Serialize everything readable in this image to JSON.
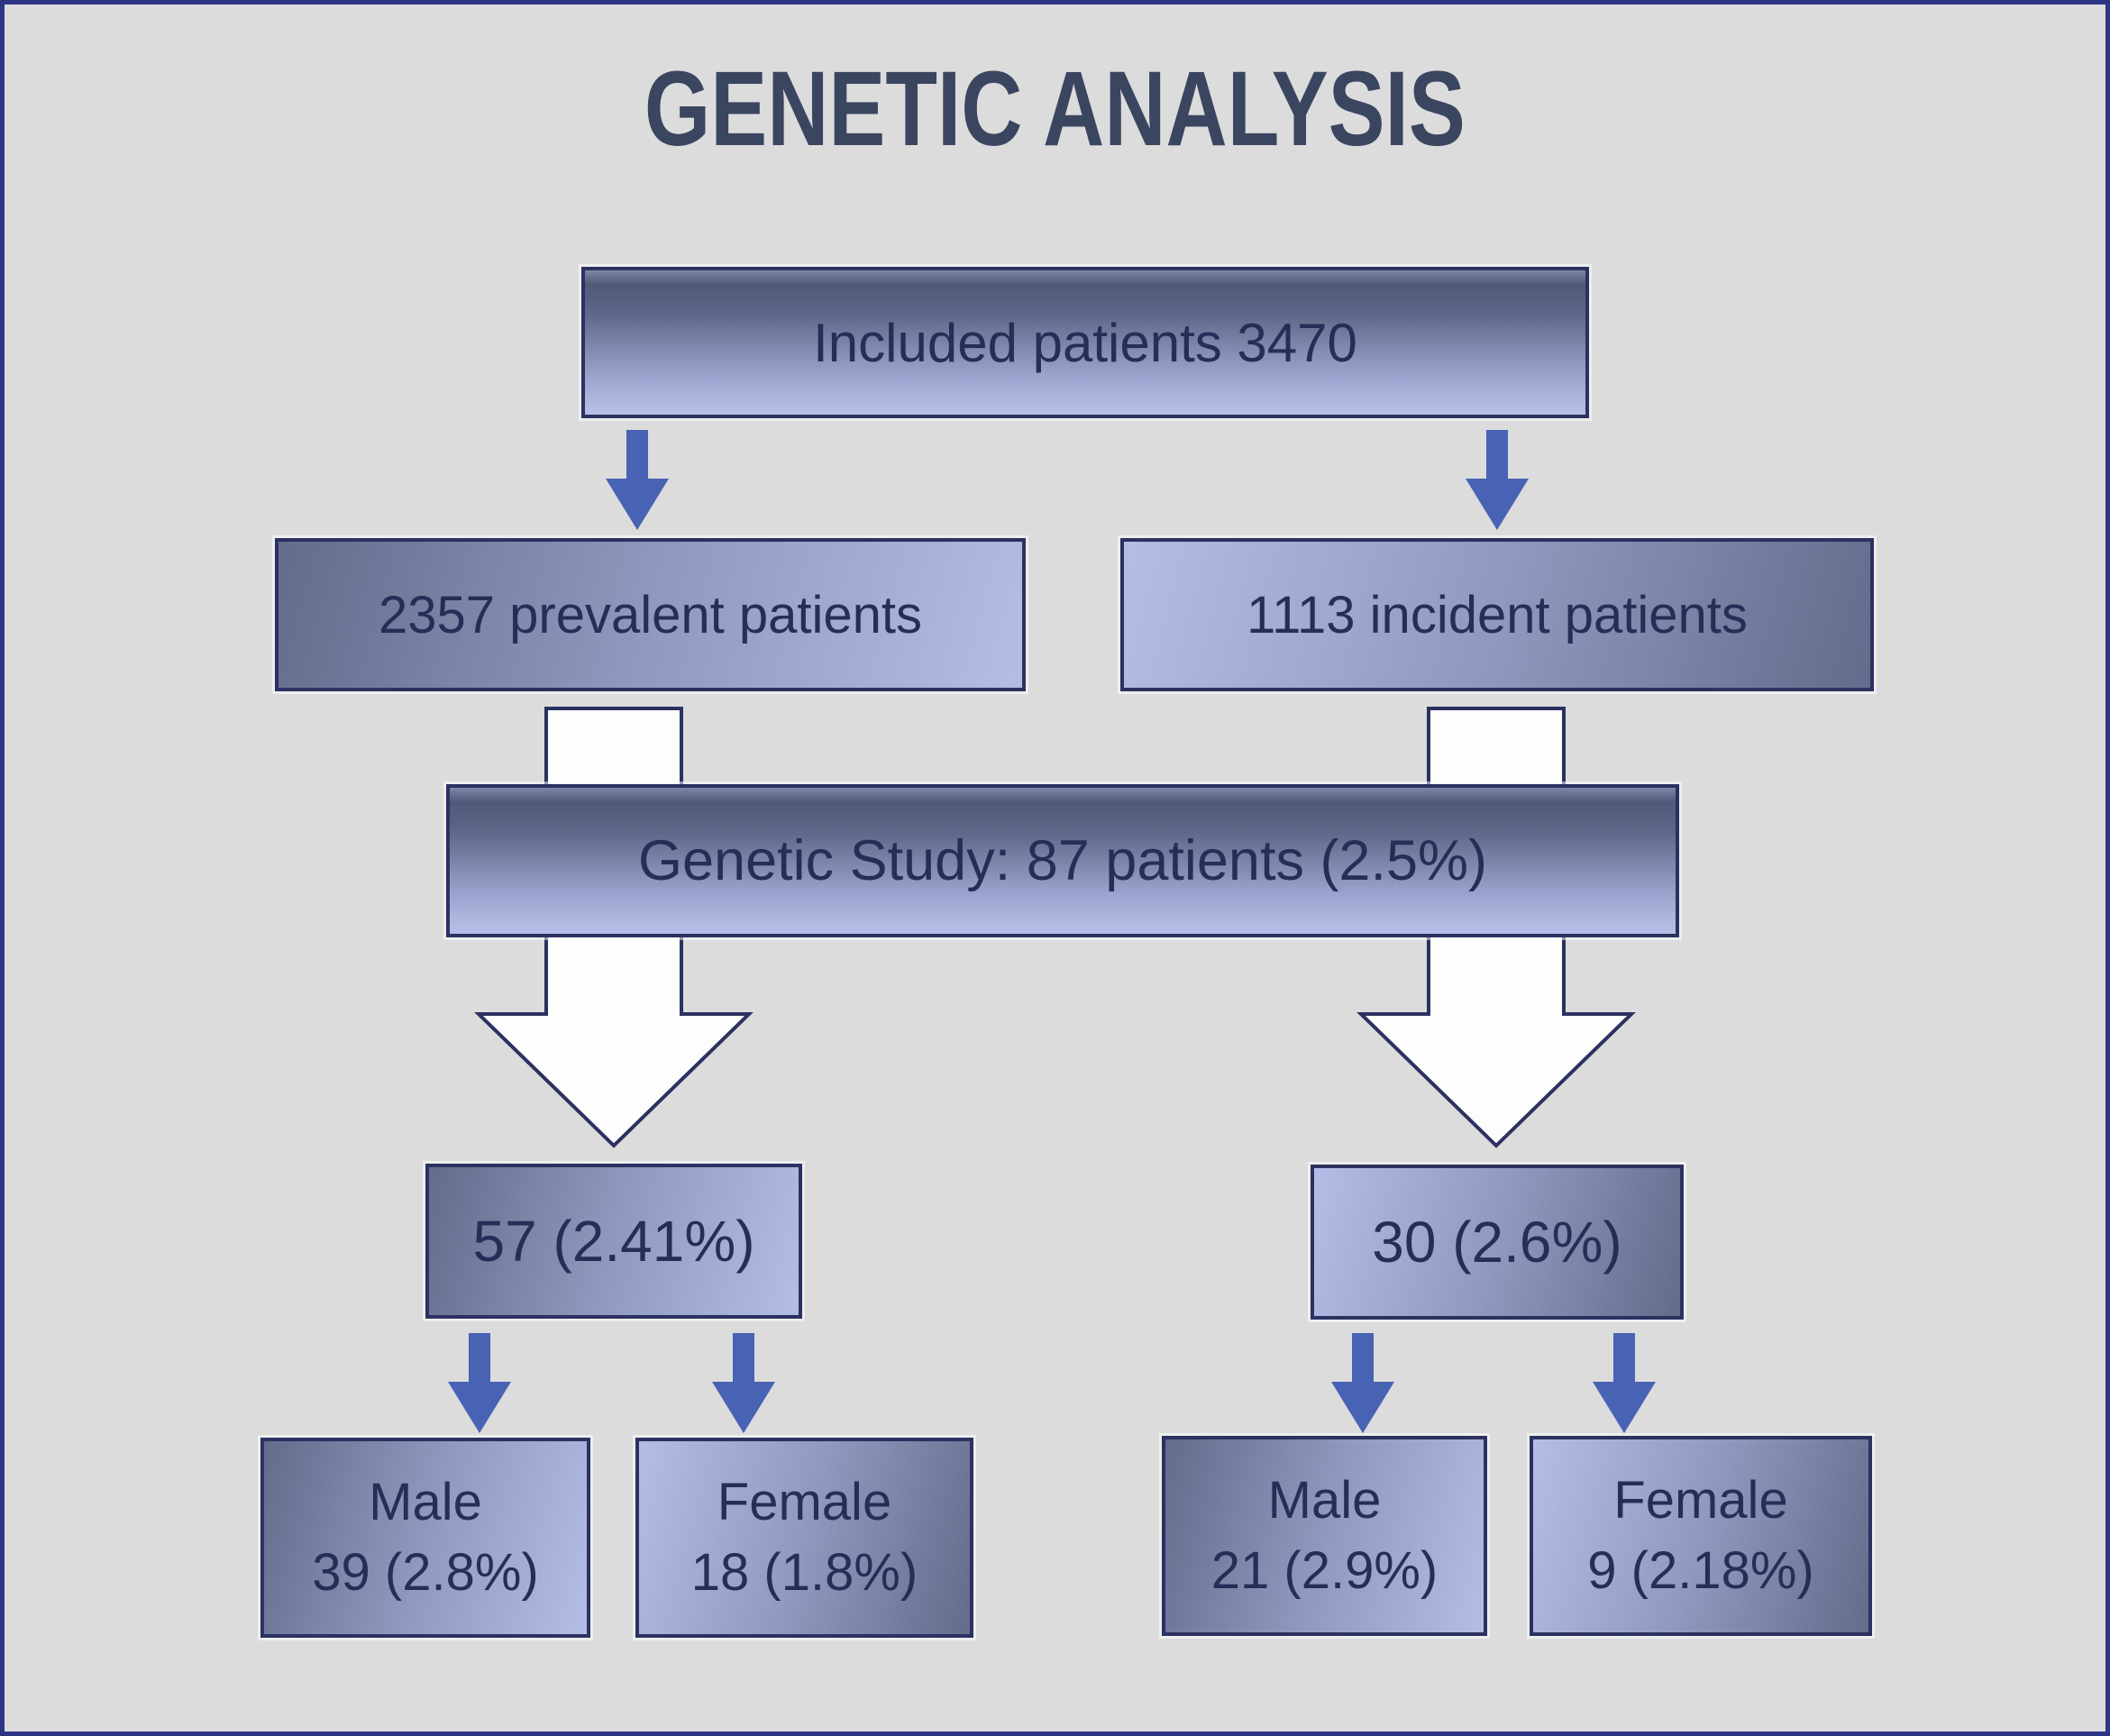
{
  "title": "GENETIC ANALYSIS",
  "boxes": {
    "included": "Included patients 3470",
    "prevalent": "2357 prevalent patients",
    "incident": "1113 incident patients",
    "genetic_study": "Genetic Study: 87 patients (2.5%)",
    "prevalent_genetic": "57 (2.41%)",
    "incident_genetic": "30 (2.6%)",
    "prevalent_male": {
      "label": "Male",
      "value": "39 (2.8%)"
    },
    "prevalent_female": {
      "label": "Female",
      "value": "18 (1.8%)"
    },
    "incident_male": {
      "label": "Male",
      "value": "21 (2.9%)"
    },
    "incident_female": {
      "label": "Female",
      "value": "9 (2.18%)"
    }
  },
  "colors": {
    "background": "#dcdcdd",
    "frame_border": "#2e3585",
    "box_border": "#2b3261",
    "box_gradient_dark": "#646c8b",
    "box_gradient_light": "#b4bde6",
    "small_arrow_blue": "#4862b4",
    "big_arrow_fill": "#fdfdfe",
    "text": "#262e58",
    "title_text": "#3a4660"
  }
}
